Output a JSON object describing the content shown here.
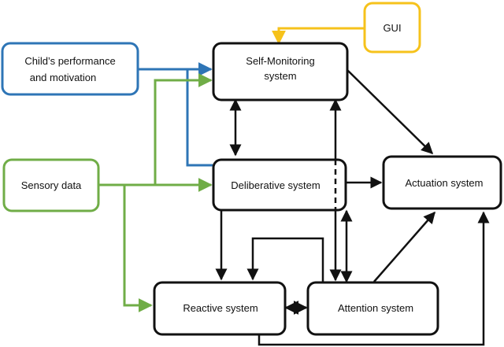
{
  "nodes": {
    "gui": {
      "label": "GUI"
    },
    "child_performance": {
      "label_line1": "Child’s performance",
      "label_line2": "and motivation"
    },
    "self_monitoring": {
      "label_line1": "Self-Monitoring",
      "label_line2": "system"
    },
    "sensory_data": {
      "label": "Sensory data"
    },
    "deliberative": {
      "label": "Deliberative system"
    },
    "actuation": {
      "label": "Actuation system"
    },
    "reactive": {
      "label": "Reactive system"
    },
    "attention": {
      "label": "Attention system"
    }
  },
  "colors": {
    "gui_stroke": "#f6c21b",
    "child_stroke": "#2e75b6",
    "sensory_stroke": "#70ad47",
    "system_stroke": "#111111",
    "arrow_black": "#111111",
    "arrow_blue": "#2e75b6",
    "arrow_green": "#70ad47",
    "arrow_yellow": "#f6c21b"
  }
}
